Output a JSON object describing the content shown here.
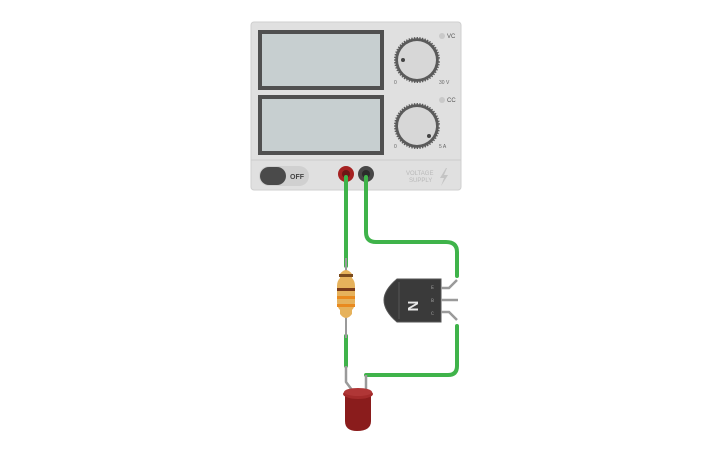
{
  "power_supply": {
    "voltage_knob": {
      "label": "VC",
      "min_label": "0",
      "max_label": "30 V"
    },
    "current_knob": {
      "label": "CC",
      "min_label": "0",
      "max_label": "5 A"
    },
    "power_switch": {
      "state_label": "OFF"
    },
    "brand_line1": "VOLTAGE",
    "brand_line2": "SUPPLY"
  },
  "transistor": {
    "label": "N",
    "pins": [
      "E",
      "B",
      "C"
    ]
  },
  "colors": {
    "wire": "#3fb34a",
    "case": "#e0e0e0",
    "display": "#c8d0d0",
    "terminal_positive": "#a02020",
    "terminal_negative": "#444444",
    "led": "#8a1c1c",
    "resistor_body": "#e6b25c",
    "transistor_body": "#3a3a3a"
  },
  "icons": [
    "lightning-icon"
  ]
}
